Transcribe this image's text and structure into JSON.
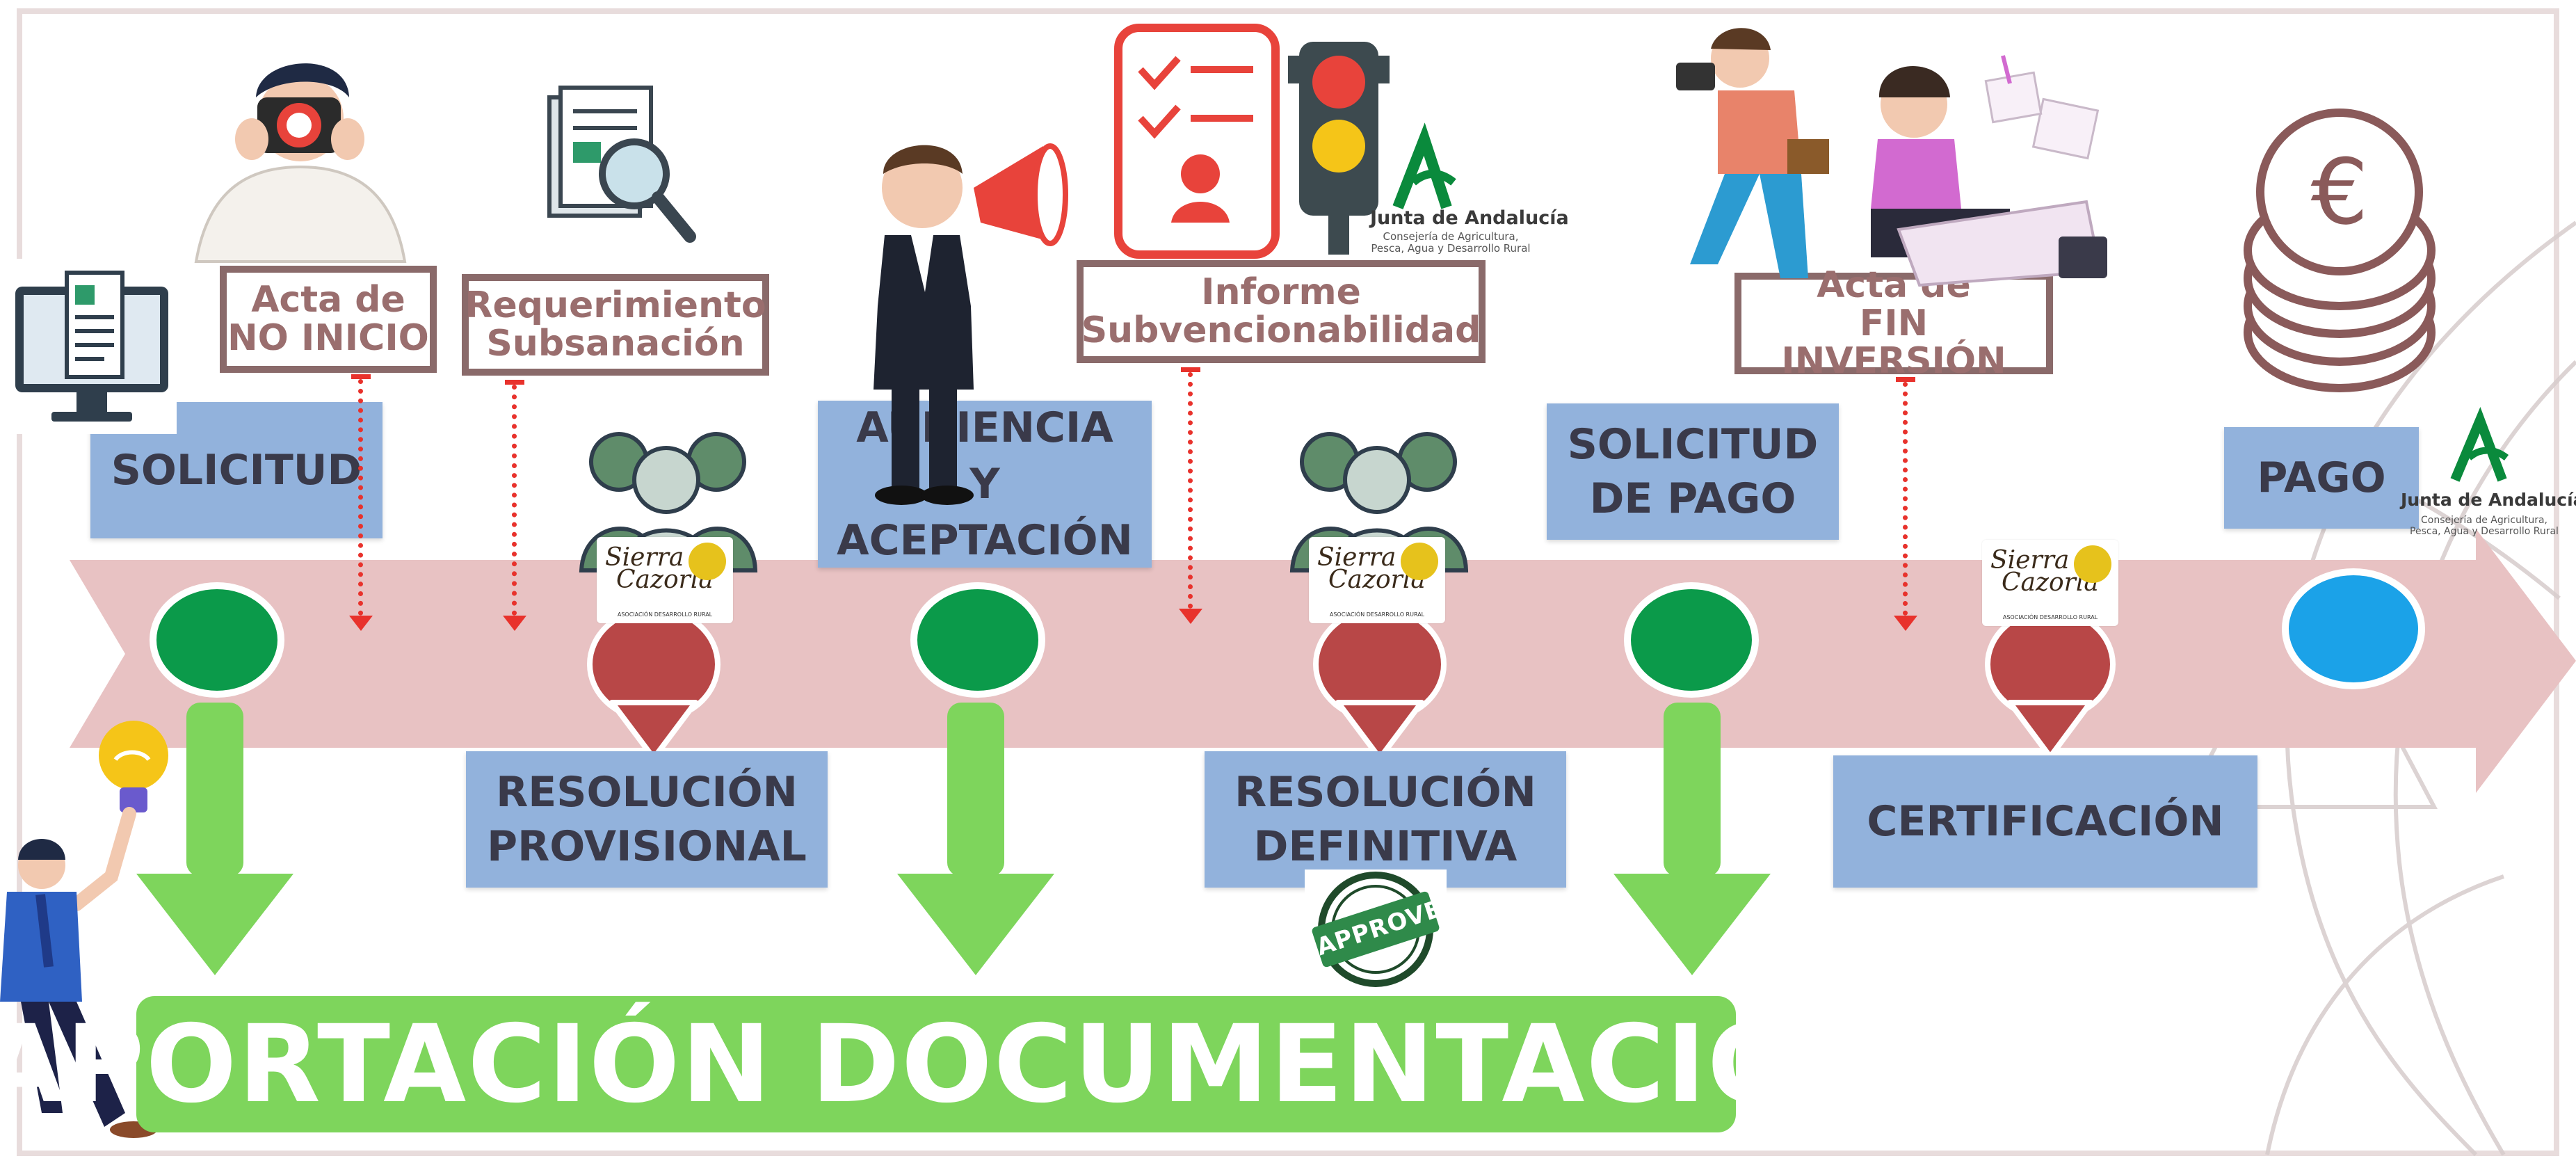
{
  "steps": {
    "solicitud": "SOLICITUD",
    "audiencia": "AUDIENCIA\nY\nACEPTACIÓN",
    "solicitud_pago": "SOLICITUD\nDE PAGO",
    "pago": "PAGO",
    "resolucion_provisional": "RESOLUCIÓN\nPROVISIONAL",
    "resolucion_definitiva": "RESOLUCIÓN\nDEFINITIVA",
    "certificacion": "CERTIFICACIÓN"
  },
  "documents": {
    "acta_no_inicio": "Acta de\nNO INICIO",
    "requerimiento": "Requerimiento\nSubsanación",
    "informe": "Informe\nSubvencionabilidad",
    "acta_fin": "Acta de\nFIN INVERSIÓN"
  },
  "banner": "APORTACIÓN DOCUMENTACIÓN",
  "junta_logo": {
    "name": "Junta de Andalucía",
    "subtitle": "Consejería de Agricultura,\nPesca, Agua y Desarrollo Rural"
  },
  "sierra_logo": {
    "line1": "Sierra",
    "line2": "Cazorla",
    "caption": "ASOCIACIÓN DESARROLLO RURAL"
  },
  "stamp_text": "APPROVED",
  "currency_symbol": "€",
  "colors": {
    "timeline_band": "#e8c2c3",
    "step_box": "#92b2dc",
    "milestone_green": "#0b9a4a",
    "milestone_red": "#b84747",
    "milestone_blue": "#1ba2e8",
    "arrow_green": "#7ed55c",
    "doc_border": "#8a6a6a",
    "dotted_arrow": "#e8322c"
  }
}
